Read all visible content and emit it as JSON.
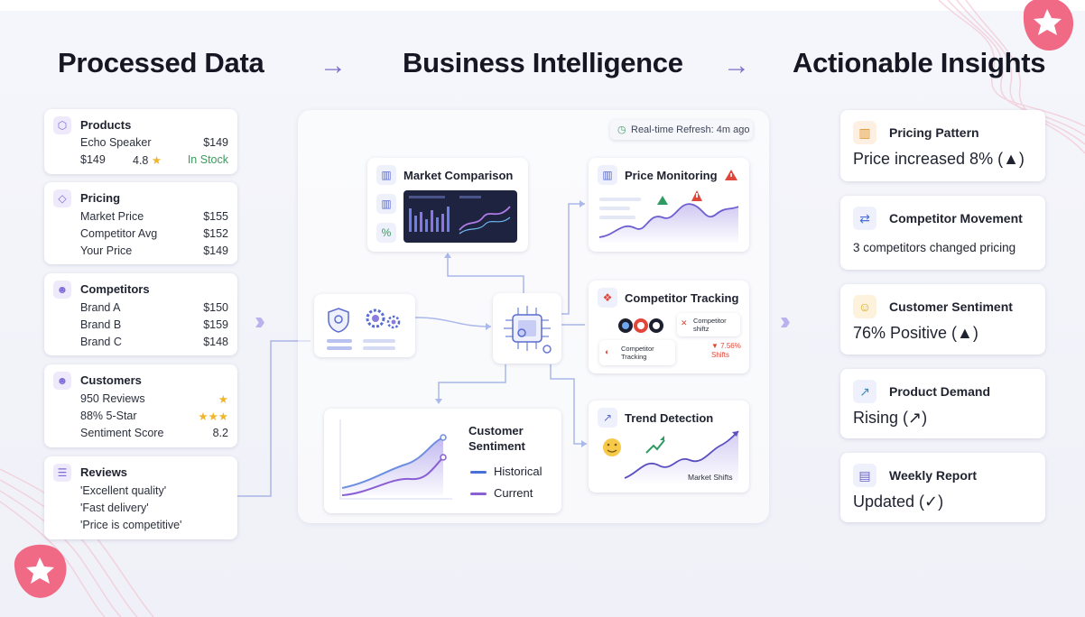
{
  "headings": {
    "processed": "Processed Data",
    "bi": "Business Intelligence",
    "insights": "Actionable Insights"
  },
  "flow_arrow": "→",
  "processed_data": {
    "products": {
      "title": "Products",
      "rows": [
        {
          "left": "Echo Speaker",
          "right": "$149"
        },
        {
          "left": "$149",
          "mid": "4.8",
          "right": "In Stock"
        }
      ]
    },
    "pricing": {
      "title": "Pricing",
      "rows": [
        {
          "left": "Market Price",
          "right": "$155"
        },
        {
          "left": "Competitor Avg",
          "right": "$152"
        },
        {
          "left": "Your Price",
          "right": "$149"
        }
      ]
    },
    "competitors": {
      "title": "Competitors",
      "rows": [
        {
          "left": "Brand A",
          "right": "$150"
        },
        {
          "left": "Brand B",
          "right": "$159"
        },
        {
          "left": "Brand C",
          "right": "$148"
        }
      ]
    },
    "customers": {
      "title": "Customers",
      "rows": [
        {
          "left": "950 Reviews",
          "right": "★"
        },
        {
          "left": "88% 5-Star",
          "right": "★★★"
        },
        {
          "left": "Sentiment Score",
          "right": "8.2"
        }
      ]
    },
    "reviews": {
      "title": "Reviews",
      "rows": [
        "'Excellent quality'",
        "'Fast delivery'",
        "'Price is competitive'"
      ]
    }
  },
  "bi": {
    "refresh": "Real-time Refresh: 4m ago",
    "market_comparison": "Market Comparison",
    "price_monitoring": "Price Monitoring",
    "competitor_tracking": {
      "title": "Competitor Tracking",
      "chip1": "Competitor shiftz",
      "chip2": "Competitor Tracking",
      "delta": "▼ 7.56% Shifts"
    },
    "customer_sentiment": {
      "title": "Customer Sentiment",
      "legend": [
        "Historical",
        "Current"
      ]
    },
    "trend_detection": {
      "title": "Trend Detection",
      "label": "Market Shifts"
    }
  },
  "insights": [
    {
      "title": "Pricing Pattern",
      "value": "Price increased 8% (▲)",
      "icon": "bar-chart-icon"
    },
    {
      "title": "Competitor Movement",
      "value": "3 competitors changed pricing",
      "icon": "swap-arrows-icon"
    },
    {
      "title": "Customer Sentiment",
      "value": "76% Positive (▲)",
      "icon": "smiley-icon"
    },
    {
      "title": "Product Demand",
      "value": "Rising (↗)",
      "icon": "trend-up-icon"
    },
    {
      "title": "Weekly Report",
      "value": "Updated (✓)",
      "icon": "document-icon"
    }
  ],
  "colors": {
    "accent": "#7b6fc9",
    "green": "#3a9a5c",
    "star": "#f0b52b",
    "alert": "#e0473a",
    "pink_badge": "#f06a86"
  }
}
